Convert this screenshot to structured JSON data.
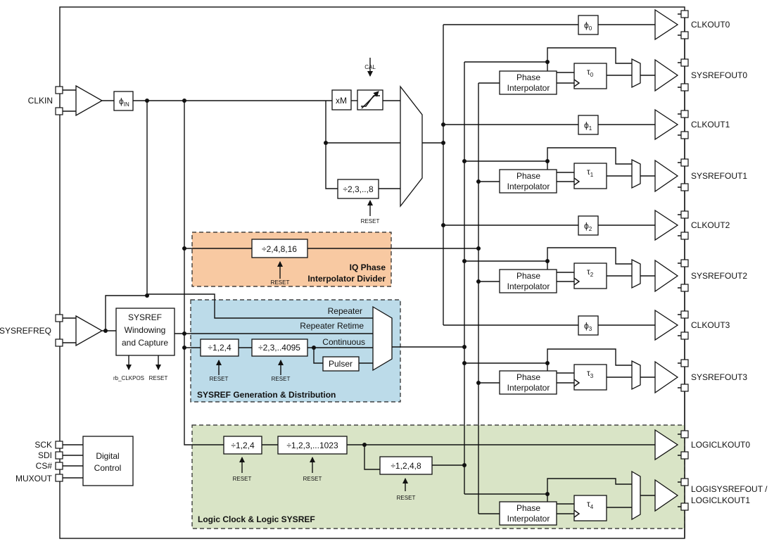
{
  "inputs": {
    "clkin": "CLKIN",
    "sysrefreq": "SYSREFREQ",
    "sck": "SCK",
    "sdi": "SDI",
    "cs": "CS#",
    "muxout": "MUXOUT"
  },
  "outputs": {
    "clkout0": "CLKOUT0",
    "sysrefout0": "SYSREFOUT0",
    "clkout1": "CLKOUT1",
    "sysrefout1": "SYSREFOUT1",
    "clkout2": "CLKOUT2",
    "sysrefout2": "SYSREFOUT2",
    "clkout3": "CLKOUT3",
    "sysrefout3": "SYSREFOUT3",
    "logiclkout0": "LOGICLKOUT0",
    "logisysrefout_line1": "LOGISYSREFOUT /",
    "logisysrefout_line2": "LOGICLKOUT1"
  },
  "blocks": {
    "phi_in": "ϕ",
    "phi_in_sub": "IN",
    "xm": "xM",
    "cal": "CAL",
    "div_2_8": "÷2,3,..,8",
    "reset": "RESET",
    "phi": "ϕ",
    "phi0_sub": "0",
    "phi1_sub": "1",
    "phi2_sub": "2",
    "phi3_sub": "3",
    "tau": "τ",
    "tau0_sub": "0",
    "tau1_sub": "1",
    "tau2_sub": "2",
    "tau3_sub": "3",
    "tau4_sub": "4",
    "phase_line1": "Phase",
    "phase_line2": "Interpolator",
    "iq_div": "÷2,4,8,16",
    "iq_title_line1": "IQ Phase",
    "iq_title_line2": "Interpolator Divider",
    "sysref_wc_line1": "SYSREF",
    "sysref_wc_line2": "Windowing",
    "sysref_wc_line3": "and Capture",
    "rb_clkpos": "rb_CLKPOS",
    "repeater": "Repeater",
    "repeater_retime": "Repeater Retime",
    "continuous": "Continuous",
    "pulser": "Pulser",
    "sg_div1": "÷1,2,4",
    "sg_div2": "÷2,3,..4095",
    "sg_title": "SYSREF Generation & Distribution",
    "lc_div1": "÷1,2,4",
    "lc_div2": "÷1,2,3,...1023",
    "lc_div3": "÷1,2,4,8",
    "lc_title": "Logic Clock & Logic SYSREF",
    "digital_line1": "Digital",
    "digital_line2": "Control"
  },
  "colors": {
    "iq_fill": "#f8c9a2",
    "sysref_fill": "#bcdbe9",
    "logic_fill": "#d9e4c6",
    "line": "#111111"
  }
}
